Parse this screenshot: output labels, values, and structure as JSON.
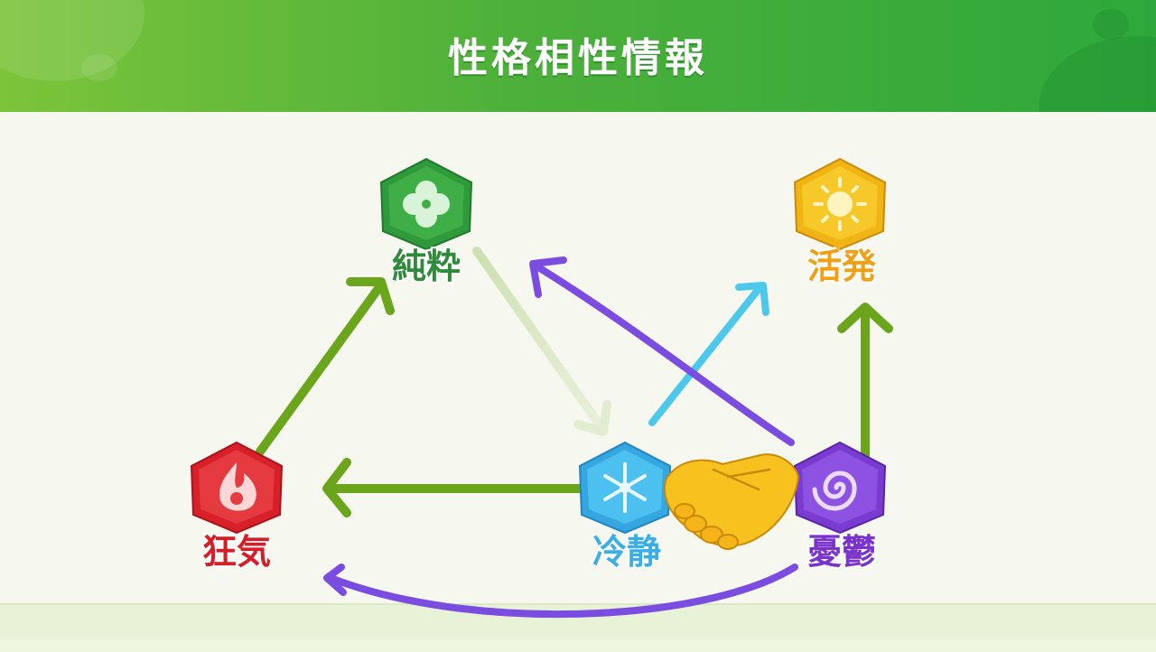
{
  "header": {
    "title": "性格相性情報"
  },
  "nodes": {
    "pure": {
      "label": "純粋",
      "color": "#2f9a3c",
      "icon": "clover-icon"
    },
    "lively": {
      "label": "活発",
      "color": "#f0a414",
      "icon": "sun-icon"
    },
    "frenzy": {
      "label": "狂気",
      "color": "#d8202a",
      "icon": "flame-icon"
    },
    "calm": {
      "label": "冷静",
      "color": "#3ab0e8",
      "icon": "snowflake-icon"
    },
    "gloom": {
      "label": "憂鬱",
      "color": "#7a3cd0",
      "icon": "swirl-icon"
    }
  },
  "handshake": {
    "icon": "handshake-emoji"
  },
  "colors": {
    "green_arrow": "#6aa51c",
    "purple_arrow": "#7a4ce0",
    "cyan_arrow": "#4cc8ea",
    "header": "#3fae3a"
  }
}
